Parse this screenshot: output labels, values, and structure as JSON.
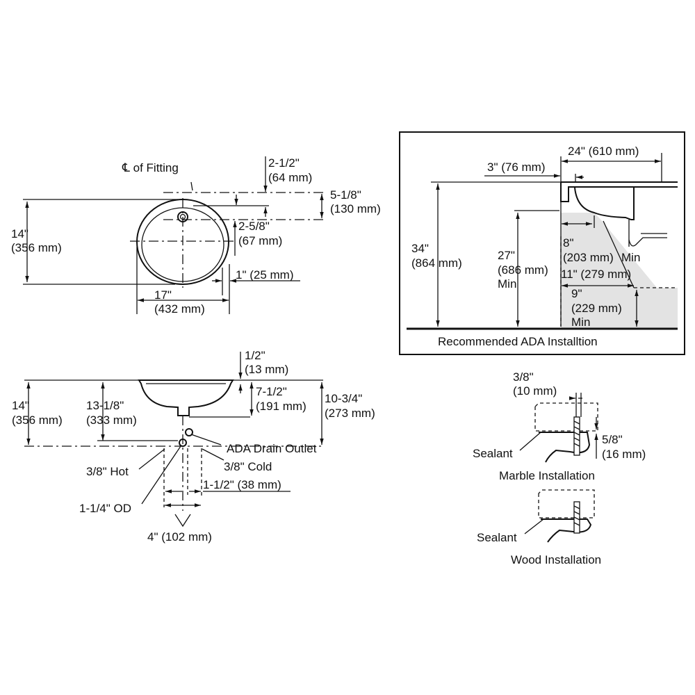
{
  "plan_view": {
    "cl_fitting": "℄ of Fitting",
    "d_2_1_2_in": "2-1/2\"",
    "d_2_1_2_mm": "(64 mm)",
    "d_5_1_8_in": "5-1/8\"",
    "d_5_1_8_mm": "(130 mm)",
    "d_14_in": "14\"",
    "d_14_mm": "(356 mm)",
    "d_2_5_8_in": "2-5/8\"",
    "d_2_5_8_mm": "(67 mm)",
    "d_1": "1\" (25 mm)",
    "d_17_in": "17\"",
    "d_17_mm": "(432 mm)"
  },
  "side_view": {
    "d_1_2_in": "1/2\"",
    "d_1_2_mm": "(13 mm)",
    "d_14_in": "14\"",
    "d_14_mm": "(356 mm)",
    "d_13_1_8_in": "13-1/8\"",
    "d_13_1_8_mm": "(333 mm)",
    "d_7_1_2_in": "7-1/2\"",
    "d_7_1_2_mm": "(191 mm)",
    "d_10_3_4_in": "10-3/4\"",
    "d_10_3_4_mm": "(273 mm)",
    "ada_drain": "ADA Drain Outlet",
    "hot": "3/8\" Hot",
    "cold": "3/8\" Cold",
    "d_1_1_2": "1-1/2\" (38 mm)",
    "od": "1-1/4\" OD",
    "d_4": "4\" (102 mm)"
  },
  "ada": {
    "caption": "Recommended ADA Installtion",
    "d_24": "24\" (610 mm)",
    "d_3": "3\" (76 mm)",
    "d_34_in": "34\"",
    "d_34_mm": "(864 mm)",
    "d_27_in": "27\"",
    "d_27_mm": "(686 mm)",
    "d_27_min": "Min",
    "d_8_in": "8\"",
    "d_8_mm": "(203 mm)",
    "d_8_min": "Min",
    "d_11": "11\" (279 mm)",
    "d_9_in": "9\"",
    "d_9_mm": "(229 mm)",
    "d_9_min": "Min",
    "shade_color": "#e3e3e3"
  },
  "marble": {
    "d_3_8_in": "3/8\"",
    "d_3_8_mm": "(10 mm)",
    "sealant": "Sealant",
    "d_5_8_in": "5/8\"",
    "d_5_8_mm": "(16 mm)",
    "caption": "Marble Installation"
  },
  "wood": {
    "sealant": "Sealant",
    "caption": "Wood Installation"
  }
}
